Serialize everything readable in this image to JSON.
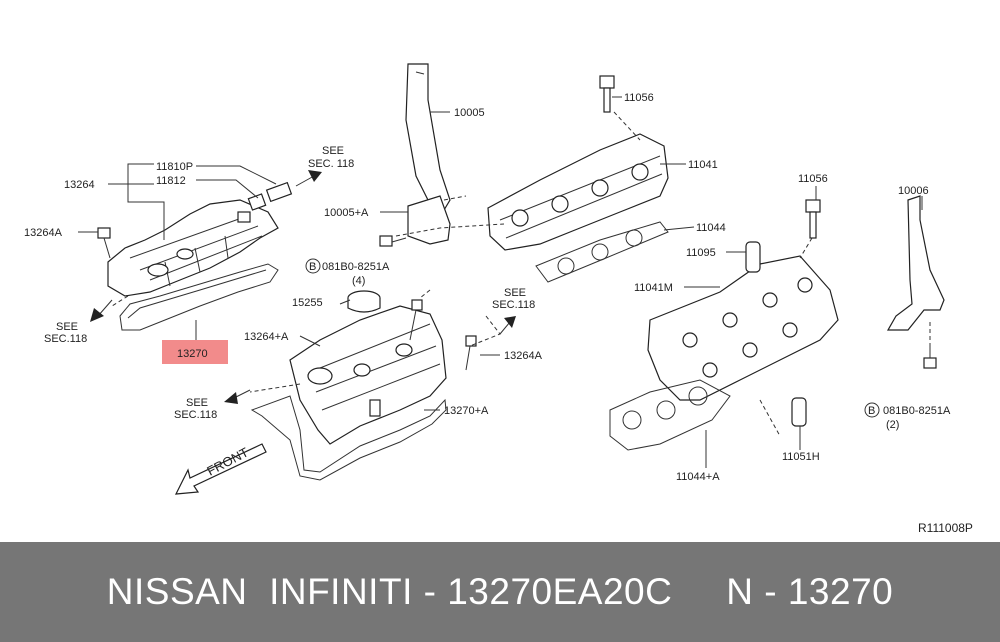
{
  "labels": {
    "p10005": "10005",
    "p11056a": "11056",
    "p11041": "11041",
    "p11810p": "11810P",
    "p11812": "11812",
    "p13264": "13264",
    "see1": "SEE",
    "sec118_1": "SEC. 118",
    "p10005a": "10005+A",
    "p11044": "11044",
    "p13264a": "13264A",
    "bolt1": "081B0-8251A",
    "bolt1_qty": "(4)",
    "p11095": "11095",
    "p11056b": "11056",
    "p10006": "10006",
    "p11041m": "11041M",
    "see2": "SEE",
    "sec118_2": "SEC.118",
    "see3": "SEE",
    "sec118_3": "SEC.118",
    "p15255": "15255",
    "p13270": "13270",
    "p13264plusA": "13264+A",
    "p13264A_right": "13264A",
    "see4": "SEE",
    "sec118_4": "SEC.118",
    "p13270plusA": "13270+A",
    "front": "FRONT",
    "p11044plusA": "11044+A",
    "p11051h": "11051H",
    "bolt2": "081B0-8251A",
    "bolt2_qty": "(2)",
    "b1": "B",
    "b2": "B",
    "ref": "R111008P"
  },
  "highlight_color": "#f28b8b",
  "footer": {
    "text": "NISSAN  INFINITI - 13270EA20C     N - 13270",
    "bg_color": "#767676"
  }
}
